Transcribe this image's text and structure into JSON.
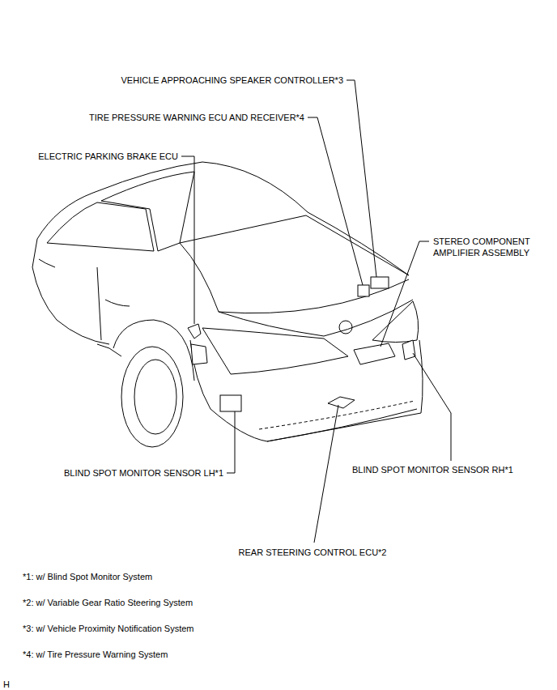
{
  "diagram": {
    "labels": [
      "VEHICLE APPROACHING SPEAKER CONTROLLER*3",
      "TIRE PRESSURE WARNING ECU AND RECEIVER*4",
      "ELECTRIC PARKING BRAKE ECU",
      "STEREO COMPONENT AMPLIFIER ASSEMBLY",
      "BLIND SPOT MONITOR SENSOR LH*1",
      "BLIND SPOT MONITOR SENSOR RH*1",
      "REAR STEERING CONTROL ECU*2",
      "*1: w/ Blind Spot Monitor System",
      "*2: w/ Variable Gear Ratio Steering System",
      "*3: w/ Vehicle Proximity Notification System",
      "*4: w/ Tire Pressure Warning System",
      "H"
    ]
  }
}
